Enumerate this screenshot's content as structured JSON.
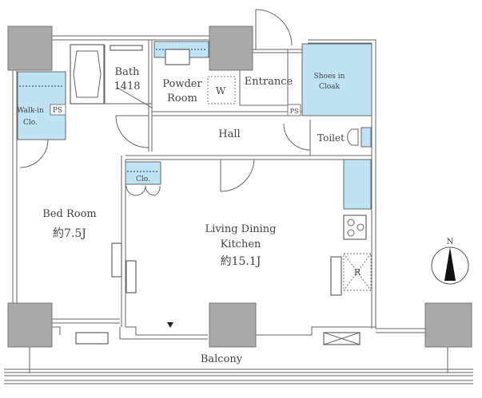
{
  "rooms": {
    "bath": {
      "name": "Bath",
      "size": "1418"
    },
    "powder_room": {
      "line1": "Powder",
      "line2": "Room"
    },
    "washer": "W",
    "entrance": "Entrance",
    "shoes_cloak": {
      "line1": "Shoes in",
      "line2": "Cloak"
    },
    "walk_in_closet": {
      "line1": "Walk-in",
      "line2": "Clo."
    },
    "ps_left": "PS",
    "ps_right": "PS",
    "hall": "Hall",
    "toilet": "Toilet",
    "closet": "Clo.",
    "bedroom": {
      "name": "Bed Room",
      "size": "約7.5J"
    },
    "ldk": {
      "line1": "Living Dining",
      "line2": "Kitchen",
      "size": "約15.1J"
    },
    "refrigerator": "R",
    "balcony": "Balcony"
  },
  "compass": {
    "label": "N"
  },
  "colors": {
    "storage_fill": "#bfe3f3",
    "column_fill": "#a9a9a9"
  }
}
